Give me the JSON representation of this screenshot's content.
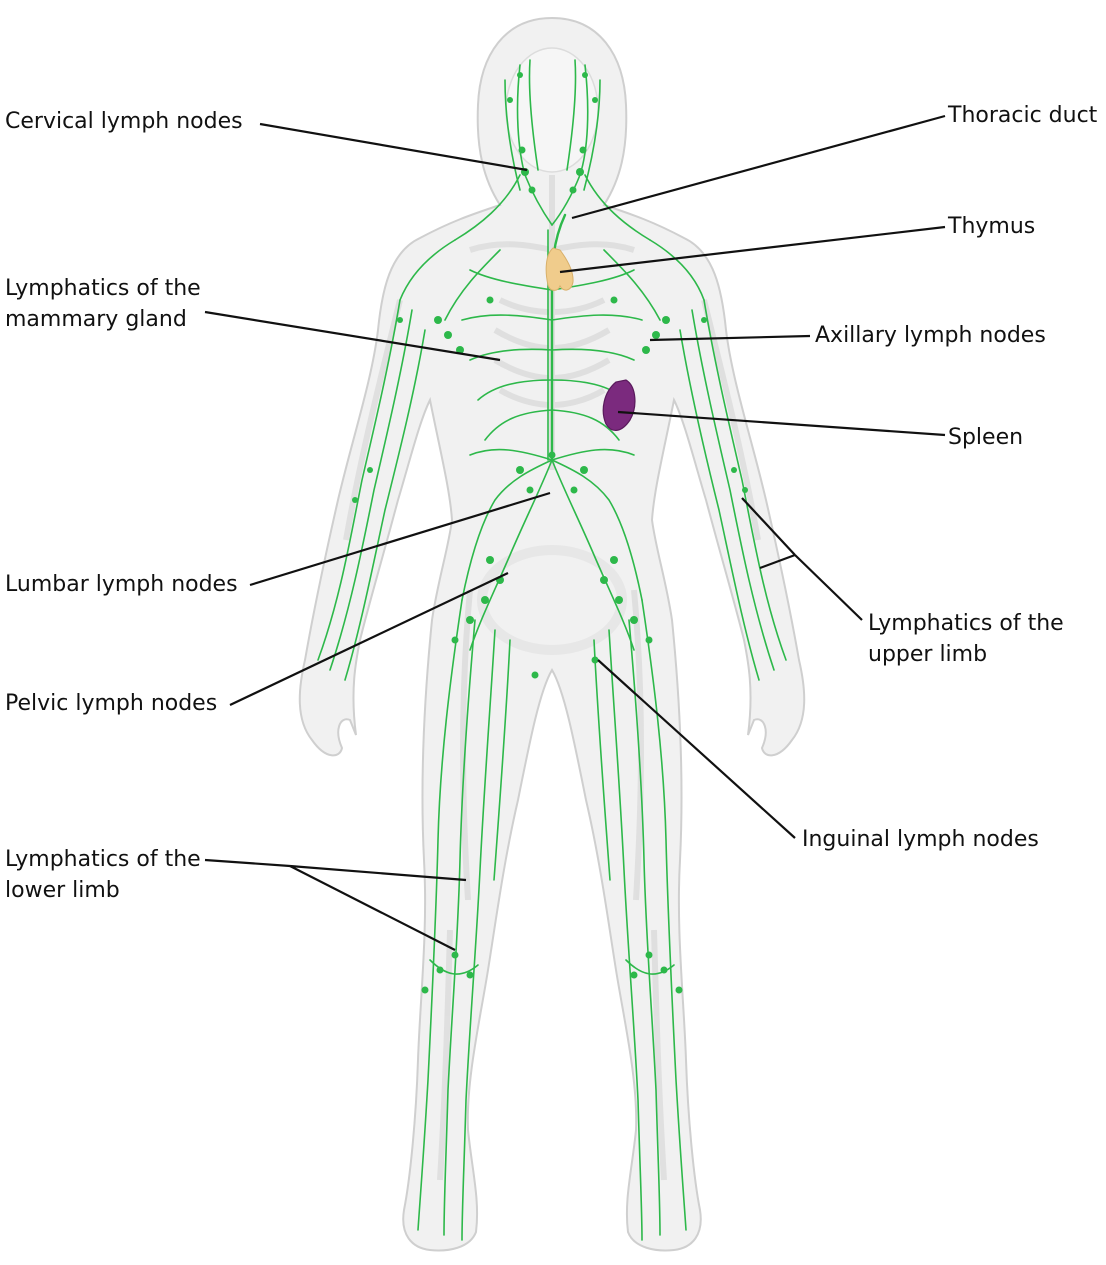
{
  "colors": {
    "lymph": "#2db84a",
    "lymph_dark": "#1f9a38",
    "body_fill": "#ececec",
    "body_outline": "#c9c9c9",
    "skeleton": "#dddddd",
    "thymus": "#f0cc8c",
    "spleen": "#7b2a7e",
    "leader": "#111111"
  },
  "labels": {
    "cervical": "Cervical lymph nodes",
    "thoracic": "Thoracic duct",
    "thymus": "Thymus",
    "mammary_1": "Lymphatics of the",
    "mammary_2": "mammary gland",
    "axillary": "Axillary lymph nodes",
    "spleen": "Spleen",
    "lumbar": "Lumbar lymph nodes",
    "upper_limb_1": "Lymphatics of the",
    "upper_limb_2": "upper limb",
    "pelvic": "Pelvic lymph nodes",
    "inguinal": "Inguinal lymph nodes",
    "lower_limb_1": "Lymphatics of the",
    "lower_limb_2": "lower limb"
  },
  "structures": [
    {
      "name": "body-silhouette",
      "icon": "female-body-outline"
    },
    {
      "name": "skeleton",
      "icon": "skeleton-ghost"
    },
    {
      "name": "lymph-network",
      "icon": "green-vessel-network"
    },
    {
      "name": "thymus",
      "icon": "tan-organ"
    },
    {
      "name": "spleen",
      "icon": "purple-organ"
    }
  ]
}
